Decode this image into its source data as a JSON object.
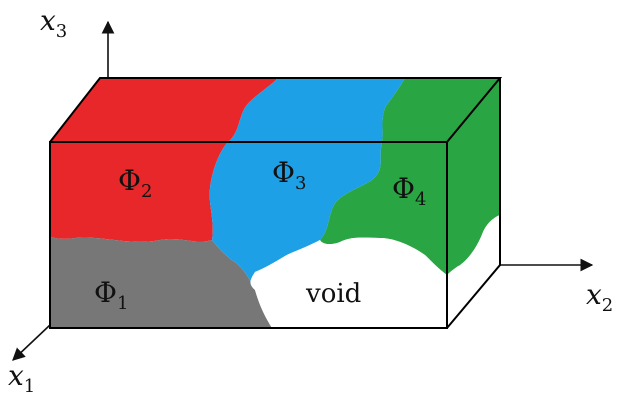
{
  "axes": {
    "x1": {
      "base": "x",
      "sub": "1"
    },
    "x2": {
      "base": "x",
      "sub": "2"
    },
    "x3": {
      "base": "x",
      "sub": "3"
    }
  },
  "regions": {
    "phi1": {
      "symbol": "Φ",
      "sub": "1",
      "color": "#777777"
    },
    "phi2": {
      "symbol": "Φ",
      "sub": "2",
      "color": "#e8272a"
    },
    "phi3": {
      "symbol": "Φ",
      "sub": "3",
      "color": "#1ea0e6"
    },
    "phi4": {
      "symbol": "Φ",
      "sub": "4",
      "color": "#2aa543"
    },
    "void": {
      "label": "void",
      "color": "#ffffff"
    }
  },
  "outline_color": "#000000"
}
